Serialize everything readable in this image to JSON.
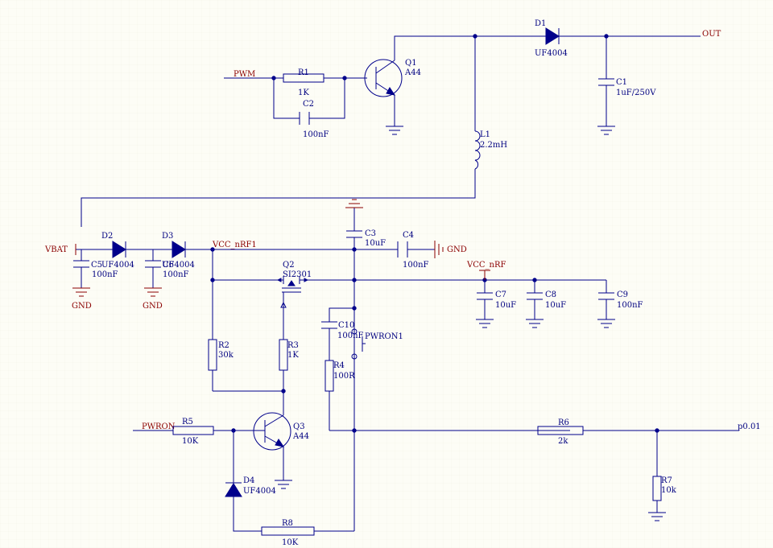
{
  "nets": {
    "pwm": "PWM",
    "out": "OUT",
    "vbat": "VBAT",
    "vcc_nrf1": "VCC_nRF1",
    "vcc_nrf": "VCC_nRF",
    "gnd": "GND",
    "pwron": "PWRON",
    "pwron1": "PWRON1",
    "p001": "p0.01"
  },
  "components": {
    "R1": {
      "ref": "R1",
      "value": "1K"
    },
    "C2": {
      "ref": "C2",
      "value": "100nF"
    },
    "Q1": {
      "ref": "Q1",
      "value": "A44"
    },
    "D1": {
      "ref": "D1",
      "value": "UF4004"
    },
    "C1": {
      "ref": "C1",
      "value": "1uF/250V"
    },
    "L1": {
      "ref": "L1",
      "value": "2.2mH"
    },
    "D2": {
      "ref": "D2",
      "value": "UF4004"
    },
    "D3": {
      "ref": "D3",
      "value": "UF4004"
    },
    "C5": {
      "ref": "C5",
      "value": "100nF"
    },
    "C6": {
      "ref": "C6",
      "value": "100nF"
    },
    "C3": {
      "ref": "C3",
      "value": "10uF"
    },
    "C4": {
      "ref": "C4",
      "value": "100nF"
    },
    "Q2": {
      "ref": "Q2",
      "value": "SI2301"
    },
    "C7": {
      "ref": "C7",
      "value": "10uF"
    },
    "C8": {
      "ref": "C8",
      "value": "10uF"
    },
    "C9": {
      "ref": "C9",
      "value": "100nF"
    },
    "R2": {
      "ref": "R2",
      "value": "30k"
    },
    "R3": {
      "ref": "R3",
      "value": "1K"
    },
    "C10": {
      "ref": "C10",
      "value": "100nF"
    },
    "R4": {
      "ref": "R4",
      "value": "100R"
    },
    "R5": {
      "ref": "R5",
      "value": "10K"
    },
    "Q3": {
      "ref": "Q3",
      "value": "A44"
    },
    "D4": {
      "ref": "D4",
      "value": "UF4004"
    },
    "R6": {
      "ref": "R6",
      "value": "2k"
    },
    "R7": {
      "ref": "R7",
      "value": "10k"
    },
    "R8": {
      "ref": "R8",
      "value": "10K"
    }
  }
}
